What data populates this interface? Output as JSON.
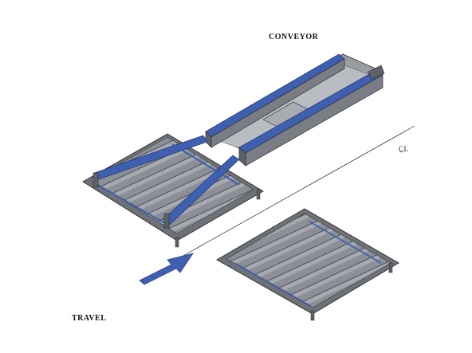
{
  "labels": {
    "conveyor": "CONVEYOR",
    "travel": "TRAVEL",
    "centerline": "C̲L"
  },
  "colors": {
    "frame_fill": "#8c9096",
    "frame_dark": "#5e6268",
    "frame_light": "#b4b8bd",
    "outline": "#2a2c30",
    "blue": "#3f5fb0",
    "blue_dark": "#2c4590"
  }
}
